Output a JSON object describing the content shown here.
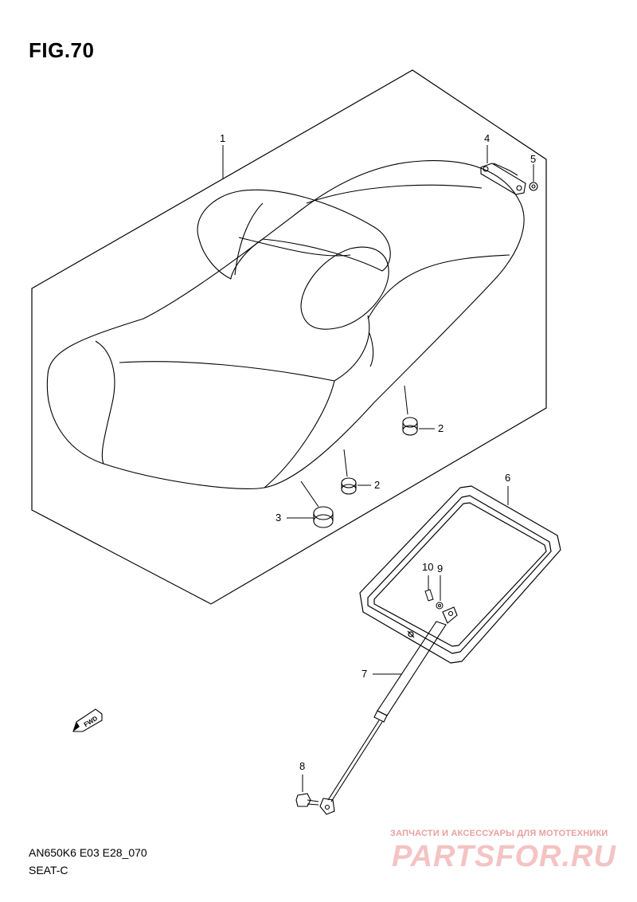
{
  "figure": {
    "title": "FIG.70",
    "code": "AN650K6 E03 E28_070",
    "subtitle": "SEAT-C"
  },
  "fwd_label": "FWD",
  "callouts": [
    "1",
    "2",
    "2",
    "3",
    "4",
    "5",
    "6",
    "7",
    "8",
    "9",
    "10"
  ],
  "watermark": {
    "text": "ЗАПЧАСТИ И АКСЕССУАРЫ ДЛЯ МОТОТЕХНИКИ",
    "logo": "PARTSFOR.RU",
    "color": "#f4c3c3"
  }
}
